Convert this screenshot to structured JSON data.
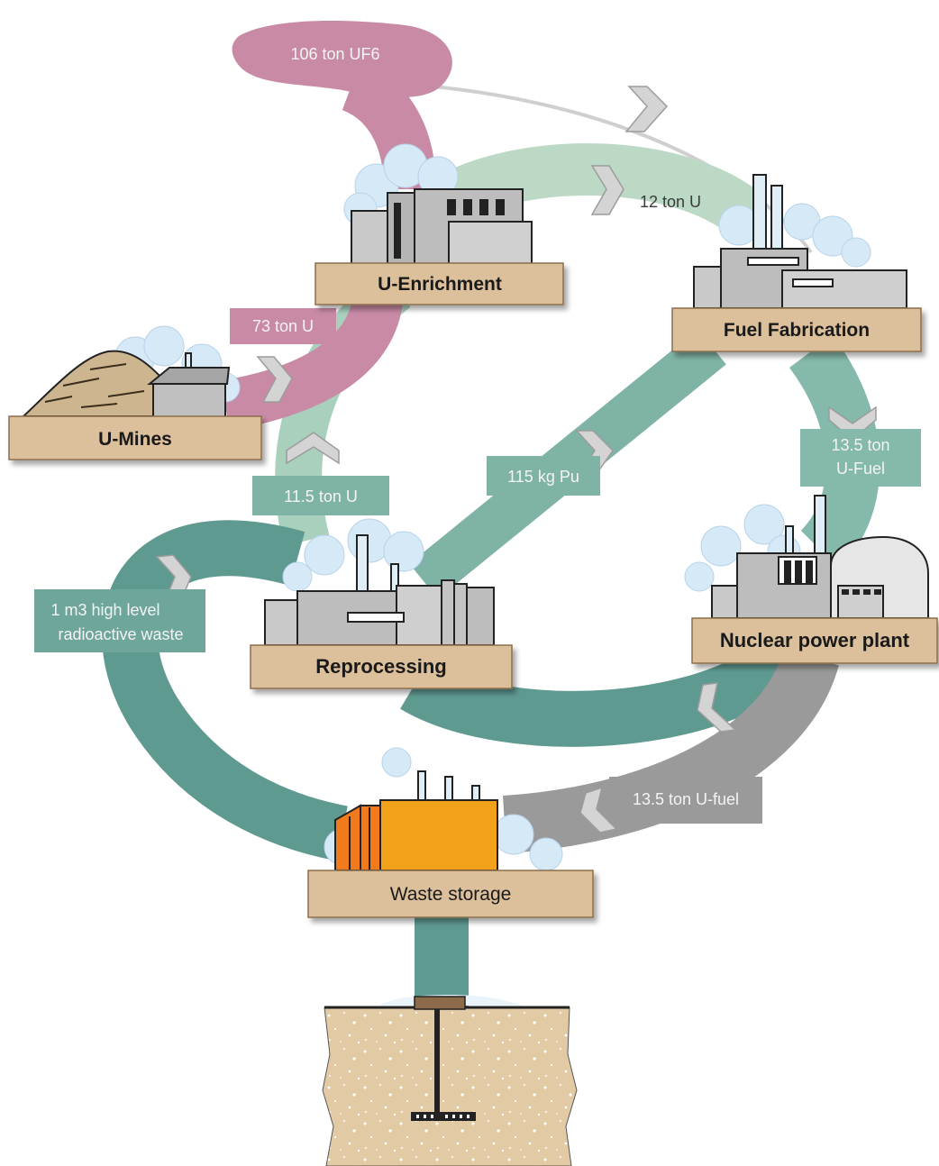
{
  "colors": {
    "pink": "#c98aa6",
    "green_light": "#bcd9c6",
    "teal": "#6ea69c",
    "teal_dark": "#5b958c",
    "gray_flow": "#9a9a9a",
    "plate": "#dcbf9b",
    "building": "#b8b8b8",
    "orange": "#f2a21a",
    "cloud": "#d6e9f7",
    "ground": "#e0c8a4"
  },
  "facilities": {
    "enrichment": "U-Enrichment",
    "fabrication": "Fuel Fabrication",
    "mines": "U-Mines",
    "reprocessing": "Reprocessing",
    "power_plant": "Nuclear power plant",
    "waste_storage": "Waste storage"
  },
  "flows": {
    "uf6": "106 ton UF6",
    "to_fabrication": "12 ton U",
    "mined": "73 ton U",
    "u_fuel_line1": "13.5 ton",
    "u_fuel_line2": "U-Fuel",
    "plutonium": "115 kg Pu",
    "recycled_u": "11.5 ton U",
    "hlw_line1": "1 m3 high level",
    "hlw_line2": "radioactive waste",
    "spent_fuel": "13.5 ton U-fuel"
  },
  "icons": {
    "arrow": "chevron-icon",
    "repository": "deep-geological-repository-icon"
  }
}
